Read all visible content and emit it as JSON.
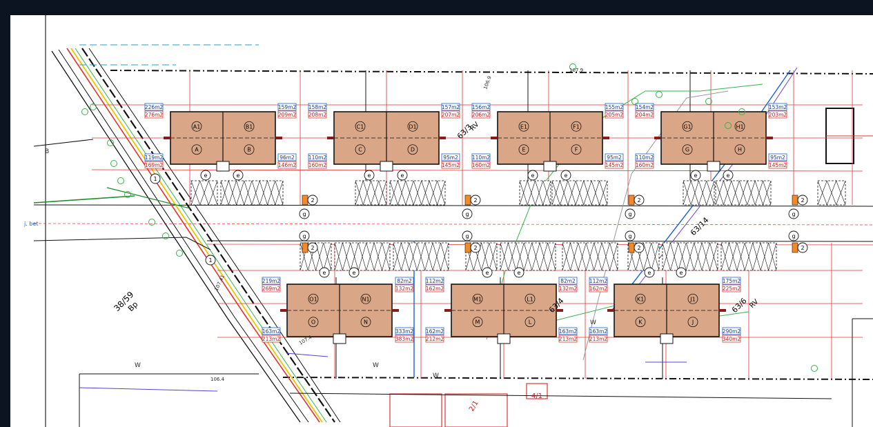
{
  "drawing": {
    "units": [
      {
        "top": "A1",
        "bot": "A",
        "area_top": [
          "226m2",
          "276m2"
        ],
        "area_bot": [
          "119m2",
          "169m2"
        ]
      },
      {
        "top": "B1",
        "bot": "B",
        "area_top": [
          "159m2",
          "209m2"
        ],
        "area_bot": [
          "96m2",
          "146m2"
        ]
      },
      {
        "top": "C1",
        "bot": "C",
        "area_top": [
          "158m2",
          "208m2"
        ],
        "area_bot": [
          "110m2",
          "160m2"
        ]
      },
      {
        "top": "D1",
        "bot": "D",
        "area_top": [
          "157m2",
          "207m2"
        ],
        "area_bot": [
          "95m2",
          "145m2"
        ]
      },
      {
        "top": "E1",
        "bot": "E",
        "area_top": [
          "156m2",
          "206m2"
        ],
        "area_bot": [
          "110m2",
          "160m2"
        ]
      },
      {
        "top": "F1",
        "bot": "F",
        "area_top": [
          "155m2",
          "205m2"
        ],
        "area_bot": [
          "95m2",
          "145m2"
        ]
      },
      {
        "top": "G1",
        "bot": "G",
        "area_top": [
          "154m2",
          "204m2"
        ],
        "area_bot": [
          "110m2",
          "160m2"
        ]
      },
      {
        "top": "H1",
        "bot": "H",
        "area_top": [
          "153m2",
          "203m2"
        ],
        "area_bot": [
          "95m2",
          "145m2"
        ]
      },
      {
        "top": "O1",
        "bot": "O",
        "area_top": [
          "219m2",
          "269m2"
        ],
        "area_bot": [
          "163m2",
          "213m2"
        ]
      },
      {
        "top": "N1",
        "bot": "N",
        "area_top": [
          "82m2",
          "132m2"
        ],
        "area_bot": [
          "333m2",
          "383m2"
        ]
      },
      {
        "top": "M1",
        "bot": "M",
        "area_top": [
          "112m2",
          "162m2"
        ],
        "area_bot": [
          "162m2",
          "212m2"
        ]
      },
      {
        "top": "L1",
        "bot": "L",
        "area_top": [
          "82m2",
          "132m2"
        ],
        "area_bot": [
          "163m2",
          "213m2"
        ]
      },
      {
        "top": "K1",
        "bot": "K",
        "area_top": [
          "112m2",
          "162m2"
        ],
        "area_bot": [
          "163m2",
          "213m2"
        ]
      },
      {
        "top": "J1",
        "bot": "J",
        "area_top": [
          "175m2",
          "225m2"
        ],
        "area_bot": [
          "290m2",
          "340m2"
        ]
      }
    ],
    "markers": {
      "g": "g",
      "two": "2",
      "e": "e",
      "one": "1"
    },
    "parcels": [
      "63/3",
      "63/14",
      "63/4",
      "63/6",
      "38/59",
      "4/1",
      "2/1"
    ],
    "notes": {
      "rv": "RV",
      "bp": "Bp",
      "b": "B",
      "w": "W",
      "j_bet": "j. bet",
      "elev_1": "107.9",
      "elev_2": "106.9",
      "elev_3": "107.41",
      "elev_4": "106.4",
      "elev_5": "107.4"
    }
  }
}
